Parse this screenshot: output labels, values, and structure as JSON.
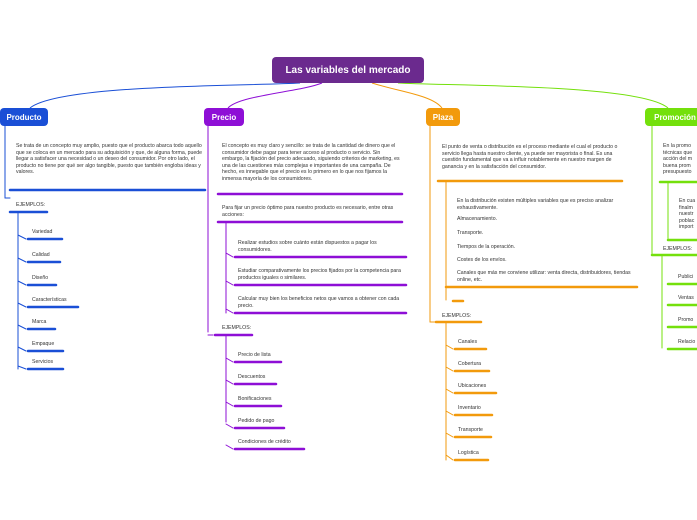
{
  "root": {
    "title": "Las variables del mercado"
  },
  "colors": {
    "root": "#6b2a8e",
    "producto": "#1a4fd6",
    "precio": "#8e0fd6",
    "plaza": "#f29a0c",
    "promocion": "#74e00c"
  },
  "producto": {
    "title": "Producto",
    "description": "Se trata de un concepto muy amplio, puesto que el producto abarca todo aquello que se coloca en un mercado para su adquisición y que, de alguna forma, puede llegar a satisfacer una necesidad o un deseo del consumidor. Por otro lado, el producto no tiene por qué ser algo tangible, puesto que también engloba ideas y valores.",
    "examples_label": "EJEMPLOS:",
    "examples": [
      "Variedad",
      "Calidad",
      "Diseño",
      "Características",
      "Marca",
      "Empaque",
      "Servicios"
    ]
  },
  "precio": {
    "title": "Precio",
    "description": "El concepto es muy claro y sencillo: se trata de la cantidad de dinero que el consumidor debe pagar para tener acceso al producto o servicio. Sin embargo, la fijación del precio adecuado, siguiendo criterios de marketing, es una de las cuestiones más complejas e importantes de una campaña. De hecho, es innegable que el precio es lo primero en lo que nos fijamos la inmensa mayoría de los consumidores.",
    "intro": "Para fijar un precio óptimo para nuestro producto es necesario, entre otras acciones:",
    "actions": [
      "Realizar estudios sobre cuánto están dispuestos a pagar los consumidores.",
      "Estudiar comparativamente los precios fijados por la competencia para productos iguales o similares.",
      "Calcular muy bien los beneficios netos que vamos a obtener con cada precio."
    ],
    "examples_label": "EJEMPLOS:",
    "examples": [
      "Precio de lista",
      "Descuentos",
      "Bonificaciones",
      "Pedido de pago",
      "Condiciones de crédito"
    ]
  },
  "plaza": {
    "title": "Plaza",
    "description": "El punto de venta o distribución es el proceso mediante el cual el producto o servicio llega hasta nuestro cliente, ya puede ser mayorista o final. Es una cuestión fundamental que va a influir notablemente en nuestro margen de ganancia y en la satisfacción del consumidor.",
    "sub": [
      "En la distribución existen múltiples variables que es preciso analizar exhaustivamente.",
      "Almacenamiento.",
      "Transporte.",
      "Tiempos de la operación.",
      "Costes de los envíos.",
      "Canales que más me conviene utilizar: venta directa, distribuidores, tiendas online, etc."
    ],
    "examples_label": "EJEMPLOS:",
    "examples": [
      "Canales",
      "Cobertura",
      "Ubicaciones",
      "Inventario",
      "Transporte",
      "Logística"
    ]
  },
  "promocion": {
    "title": "Promoción",
    "description_lines": [
      "En la promo",
      "técnicas que",
      "acción del m",
      "buena prom",
      "presupuesto"
    ],
    "sub_lines": [
      "En cua",
      "finalm",
      "nuestr",
      "poblac",
      "import"
    ],
    "examples_label": "EJEMPLOS:",
    "examples": [
      "Publici",
      "Ventas",
      "Promo",
      "Relacio"
    ]
  }
}
